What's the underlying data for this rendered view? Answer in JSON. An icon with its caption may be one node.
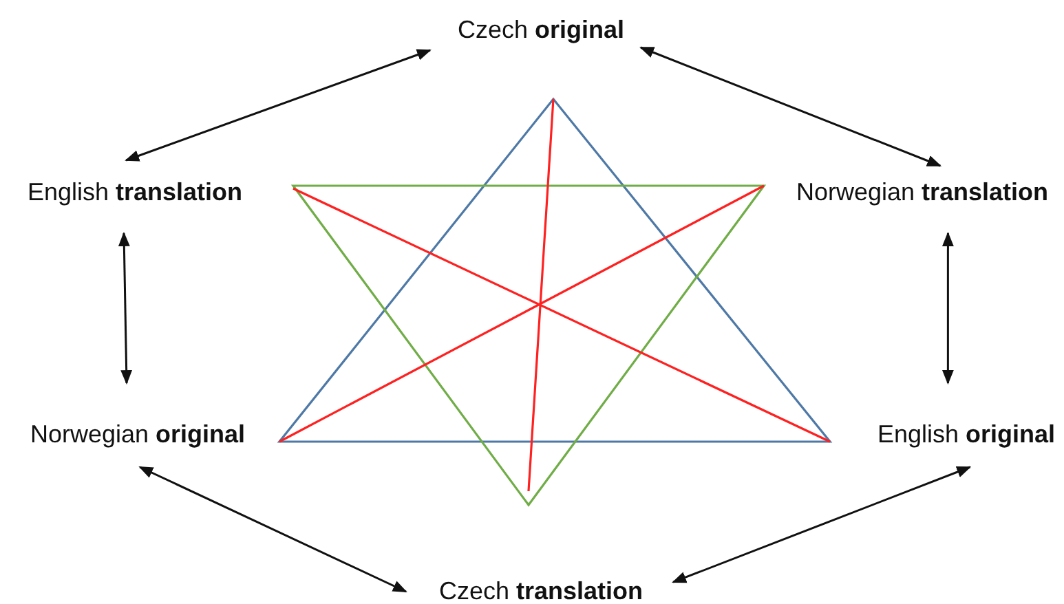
{
  "diagram": {
    "nodes": [
      {
        "text": [
          "Czech **original**"
        ]
      },
      {
        "text": [
          "English **translation**"
        ]
      },
      {
        "text": [
          "Norwegian **translation**"
        ]
      },
      {
        "text": [
          "Norwegian **original**"
        ]
      },
      {
        "text": [
          "English **original**"
        ]
      },
      {
        "text": [
          "Czech **translation**"
        ]
      }
    ],
    "edges": [
      {
        "from": 0,
        "to": 1,
        "arrow": "both"
      },
      {
        "from": 0,
        "to": 2,
        "arrow": "both"
      },
      {
        "from": 1,
        "to": 3,
        "arrow": "both"
      },
      {
        "from": 2,
        "to": 4,
        "arrow": "both"
      },
      {
        "from": 3,
        "to": 5,
        "arrow": "both"
      },
      {
        "from": 4,
        "to": 5,
        "arrow": "both"
      }
    ]
  }
}
